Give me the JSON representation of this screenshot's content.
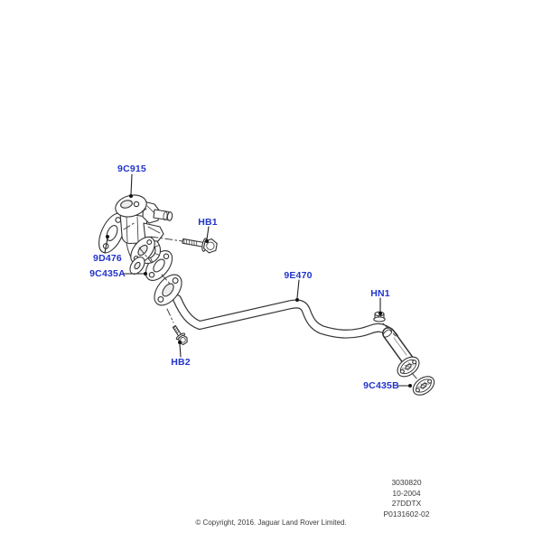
{
  "page": {
    "background": "#ffffff"
  },
  "diagram": {
    "type": "exploded-parts-diagram",
    "parts": [
      {
        "label": "9C915"
      },
      {
        "label": "HB1"
      },
      {
        "label": "9D476"
      },
      {
        "label": "9C435A"
      },
      {
        "label": "9E470"
      },
      {
        "label": "HN1"
      },
      {
        "label": "HB2"
      },
      {
        "label": "9C435B"
      }
    ],
    "colors": {
      "label": "#2233cc",
      "line": "#333333"
    }
  },
  "footer": {
    "code_lines": [
      "3030820",
      "10-2004",
      "27DDTX",
      "P0131602-02"
    ],
    "copyright": "© Copyright, 2016. Jaguar Land Rover Limited."
  }
}
